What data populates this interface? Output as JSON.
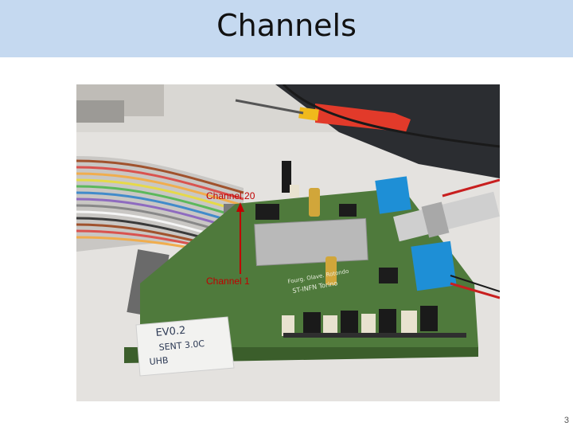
{
  "slide": {
    "title": "Channels",
    "page_number": "3"
  },
  "annotations": {
    "top_label": "Channel 20",
    "bottom_label": "Channel 1"
  },
  "board_text": {
    "handwritten_tag_1": "EV0.2",
    "handwritten_tag_2": "SENT 3.0C",
    "handwritten_tag_3": "UHB",
    "silkscreen": "ST-INFN Torino",
    "silkscreen_2": "Fourg. Olave. Rotondo"
  },
  "colors": {
    "title_bar": "#c5d9f0",
    "annotation": "#c00000",
    "pcb": "#4f7a3c"
  }
}
